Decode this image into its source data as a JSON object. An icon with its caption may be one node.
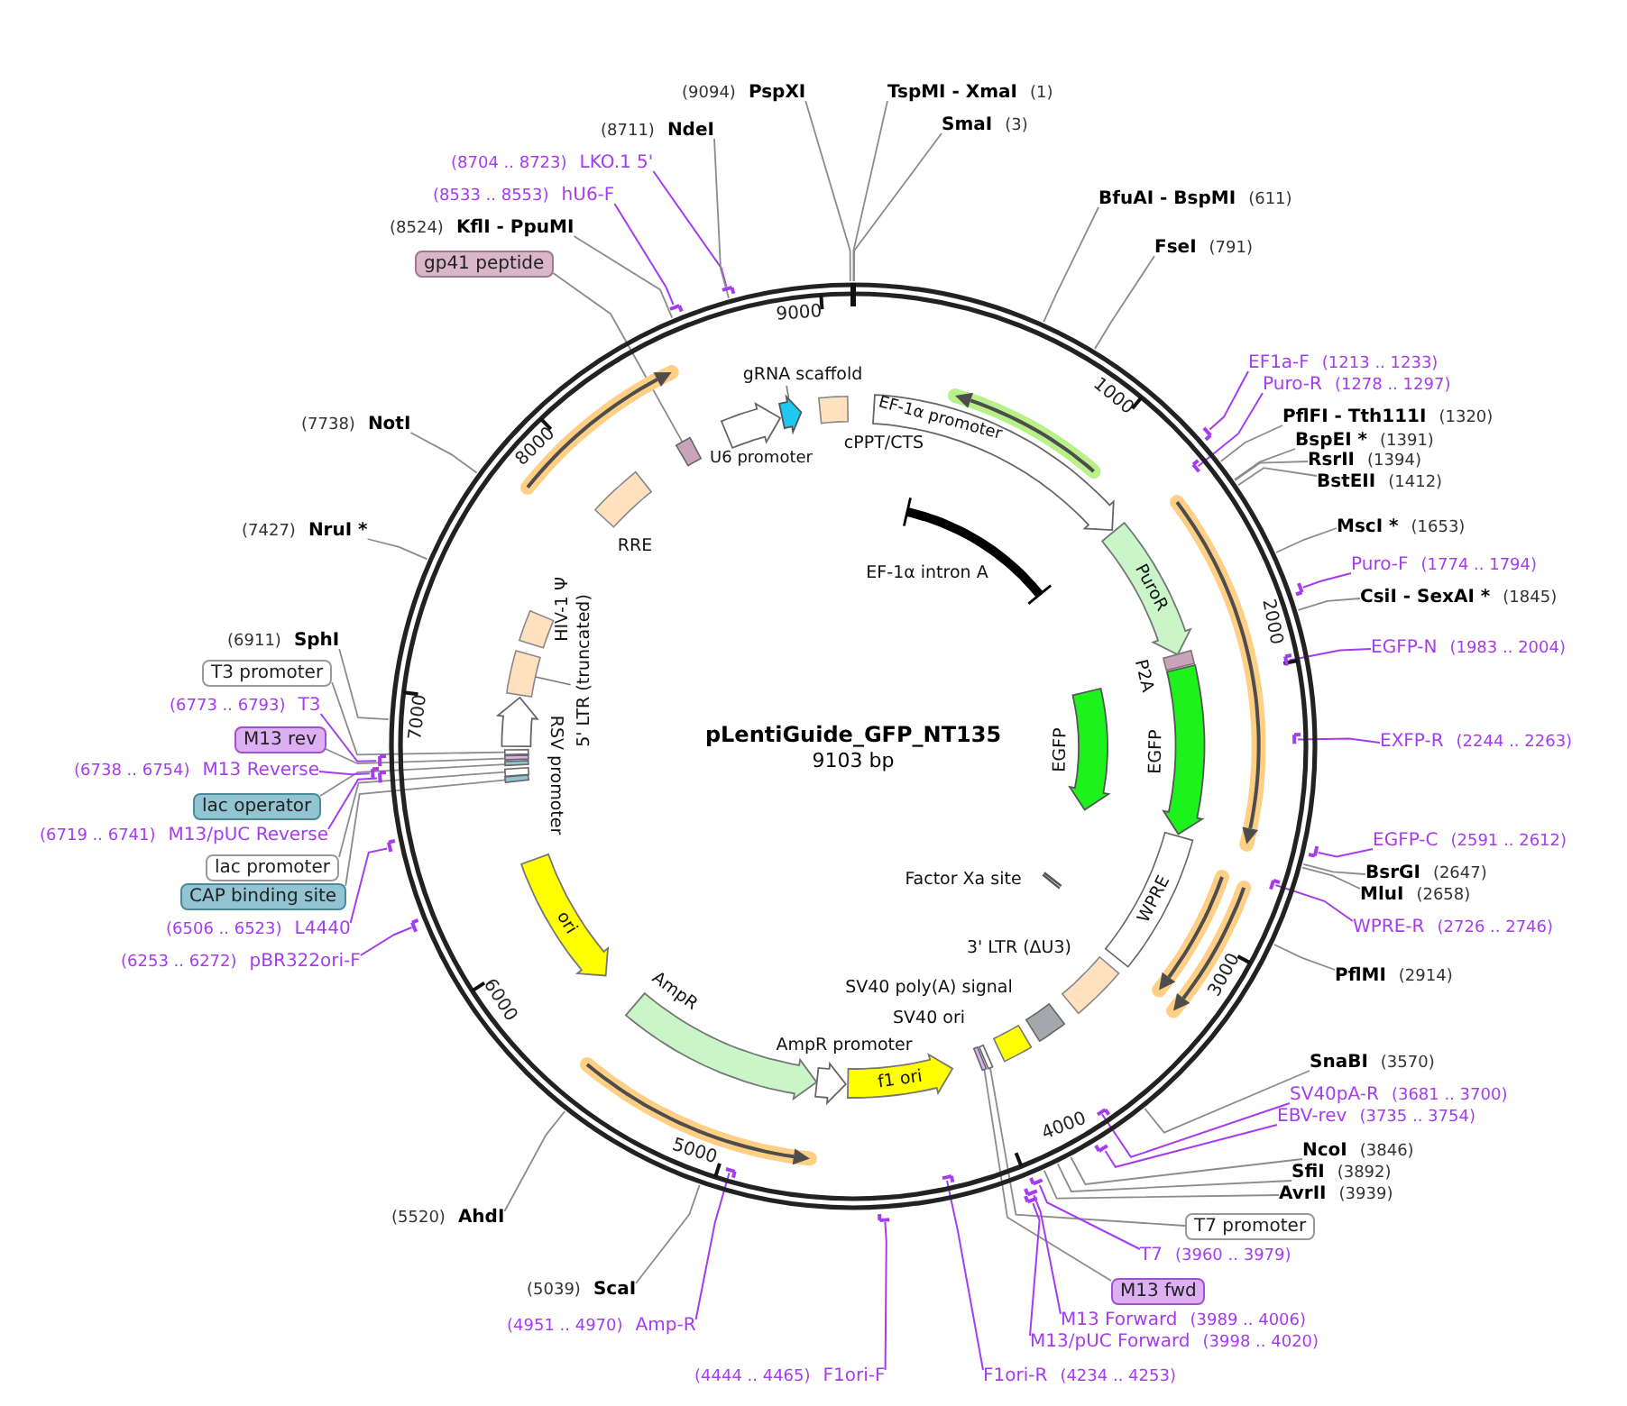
{
  "diagram": {
    "nodes": [
      {
        "text": [
          "pLentiGuide_GFP_NT135",
          "9103 bp"
        ]
      },
      {
        "text": [
          "(9094)",
          "PspXI"
        ]
      },
      {
        "text": [
          "TspMI - XmaI",
          "(1)"
        ]
      },
      {
        "text": [
          "SmaI",
          "(3)"
        ]
      },
      {
        "text": [
          "BfuAI - BspMI",
          "(611)"
        ]
      },
      {
        "text": [
          "FseI",
          "(791)"
        ]
      },
      {
        "text": [
          "EF1a-F",
          "(1213 .. 1233)"
        ]
      },
      {
        "text": [
          "Puro-R",
          "(1278 .. 1297)"
        ]
      },
      {
        "text": [
          "PflFI - Tth111I",
          "(1320)"
        ]
      },
      {
        "text": [
          "BspEI *",
          "(1391)"
        ]
      },
      {
        "text": [
          "RsrII",
          "(1394)"
        ]
      },
      {
        "text": [
          "BstEII",
          "(1412)"
        ]
      },
      {
        "text": [
          "MscI *",
          "(1653)"
        ]
      },
      {
        "text": [
          "Puro-F",
          "(1774 .. 1794)"
        ]
      },
      {
        "text": [
          "CsiI - SexAI *",
          "(1845)"
        ]
      },
      {
        "text": [
          "EGFP-N",
          "(1983 .. 2004)"
        ]
      },
      {
        "text": [
          "EXFP-R",
          "(2244 .. 2263)"
        ]
      },
      {
        "text": [
          "EGFP-C",
          "(2591 .. 2612)"
        ]
      },
      {
        "text": [
          "BsrGI",
          "(2647)"
        ]
      },
      {
        "text": [
          "MluI",
          "(2658)"
        ]
      },
      {
        "text": [
          "WPRE-R",
          "(2726 .. 2746)"
        ]
      },
      {
        "text": [
          "PflMI",
          "(2914)"
        ]
      },
      {
        "text": [
          "SnaBI",
          "(3570)"
        ]
      },
      {
        "text": [
          "SV40pA-R",
          "(3681 .. 3700)"
        ]
      },
      {
        "text": [
          "EBV-rev",
          "(3735 .. 3754)"
        ]
      },
      {
        "text": [
          "NcoI",
          "(3846)"
        ]
      },
      {
        "text": [
          "SfiI",
          "(3892)"
        ]
      },
      {
        "text": [
          "AvrII",
          "(3939)"
        ]
      },
      {
        "text": [
          "T7 promoter"
        ]
      },
      {
        "text": [
          "T7",
          "(3960 .. 3979)"
        ]
      },
      {
        "text": [
          "M13 fwd"
        ]
      },
      {
        "text": [
          "M13 Forward",
          "(3989 .. 4006)"
        ]
      },
      {
        "text": [
          "M13/pUC Forward",
          "(3998 .. 4020)"
        ]
      },
      {
        "text": [
          "F1ori-R",
          "(4234 .. 4253)"
        ]
      },
      {
        "text": [
          "(4444 .. 4465)",
          "F1ori-F"
        ]
      },
      {
        "text": [
          "(5039)",
          "ScaI"
        ]
      },
      {
        "text": [
          "(4951 .. 4970)",
          "Amp-R"
        ]
      },
      {
        "text": [
          "(5520)",
          "AhdI"
        ]
      },
      {
        "text": [
          "(6253 .. 6272)",
          "pBR322ori-F"
        ]
      },
      {
        "text": [
          "(6506 .. 6523)",
          "L4440"
        ]
      },
      {
        "text": [
          "CAP binding site"
        ]
      },
      {
        "text": [
          "lac promoter"
        ]
      },
      {
        "text": [
          "(6719 .. 6741)",
          "M13/pUC Reverse"
        ]
      },
      {
        "text": [
          "lac operator"
        ]
      },
      {
        "text": [
          "(6738 .. 6754)",
          "M13 Reverse"
        ]
      },
      {
        "text": [
          "M13 rev"
        ]
      },
      {
        "text": [
          "(6773 .. 6793)",
          "T3"
        ]
      },
      {
        "text": [
          "T3 promoter"
        ]
      },
      {
        "text": [
          "(6911)",
          "SphI"
        ]
      },
      {
        "text": [
          "(7427)",
          "NruI *"
        ]
      },
      {
        "text": [
          "(7738)",
          "NotI"
        ]
      },
      {
        "text": [
          "gp41 peptide"
        ]
      },
      {
        "text": [
          "(8524)",
          "KflI - PpuMI"
        ]
      },
      {
        "text": [
          "(8533 .. 8553)",
          "hU6-F"
        ]
      },
      {
        "text": [
          "(8704 .. 8723)",
          "LKO.1 5'"
        ]
      },
      {
        "text": [
          "(8711)",
          "NdeI"
        ]
      },
      {
        "text": [],
        "shape": "bar"
      },
      {
        "text": [],
        "shape": "bar",
        "in": 0
      },
      {
        "text": [],
        "shape": "bar"
      },
      {
        "text": [],
        "shape": "bar",
        "in": 0
      },
      {
        "text": [],
        "shape": "bar",
        "in": 0
      },
      {
        "text": [],
        "shape": "bar"
      },
      {
        "text": [],
        "shape": "bar",
        "in": 0
      },
      {
        "text": [],
        "shape": "bar",
        "in": 0
      },
      {
        "text": [],
        "shape": "bar"
      },
      {
        "text": [],
        "shape": "bar"
      },
      {
        "text": [],
        "shape": "bar"
      },
      {
        "text": [],
        "shape": "bar"
      },
      {
        "text": [],
        "shape": "bar",
        "in": 0
      },
      {
        "text": [],
        "shape": "bar"
      },
      {
        "text": [],
        "shape": "bar",
        "in": 0
      },
      {
        "text": [],
        "shape": "bar"
      },
      {
        "text": [],
        "shape": "bar"
      },
      {
        "text": [],
        "shape": "bar"
      },
      {
        "text": [],
        "shape": "bar"
      },
      {
        "text": [],
        "shape": "bar"
      },
      {
        "text": [],
        "shape": "bar"
      },
      {
        "text": [],
        "shape": "bar"
      },
      {
        "text": [],
        "shape": "box",
        "in": 0
      },
      {
        "text": [],
        "shape": "box",
        "in": 0
      },
      {
        "text": [],
        "shape": "box",
        "in": 0
      },
      {
        "text": [],
        "shape": "box",
        "in": 0
      },
      {
        "text": [],
        "shape": "box",
        "in": 0
      },
      {
        "text": [],
        "shape": "box",
        "in": 0
      },
      {
        "text": [],
        "shape": "box",
        "in": 0
      },
      {
        "text": [],
        "shape": "box",
        "in": 0
      },
      {
        "text": [
          "EF-1α promoter"
        ],
        "in": 0
      },
      {
        "text": [
          "EF-1α intron A"
        ],
        "in": 0
      },
      {
        "text": [
          "PuroR"
        ],
        "in": 0
      },
      {
        "text": [],
        "shape": "box",
        "beside": [
          "P2A"
        ],
        "in": 0
      },
      {
        "text": [],
        "shape": "arrow",
        "beside": [
          "EGFP"
        ],
        "in": 0
      },
      {
        "text": [],
        "shape": "arrow",
        "beside": [
          "EGFP"
        ],
        "in": 0
      },
      {
        "text": [
          "WPRE"
        ],
        "in": 0
      },
      {
        "text": [],
        "shape": "box",
        "beside": [
          "3' LTR (ΔU3)"
        ],
        "in": 0
      },
      {
        "text": [],
        "shape": "box",
        "beside": [
          "SV40 poly(A) signal"
        ],
        "in": 0
      },
      {
        "text": [],
        "shape": "box",
        "beside": [
          "SV40 ori"
        ],
        "in": 0
      },
      {
        "text": [
          "f1 ori"
        ],
        "in": 0
      },
      {
        "text": [],
        "shape": "arrow",
        "beside": [
          "AmpR promoter"
        ],
        "in": 0
      },
      {
        "text": [],
        "shape": "arrow",
        "beside": [
          "AmpR"
        ],
        "in": 0
      },
      {
        "text": [
          "ori"
        ],
        "in": 0
      },
      {
        "text": [],
        "shape": "arrow",
        "beside": [
          "RSV promoter"
        ],
        "in": 0
      },
      {
        "text": [],
        "shape": "box",
        "beside": [
          "5' LTR (truncated)"
        ],
        "in": 0
      },
      {
        "text": [],
        "shape": "box",
        "beside": [
          "HIV-1 Ψ"
        ],
        "in": 0
      },
      {
        "text": [],
        "shape": "box",
        "beside": [
          "RRE"
        ],
        "in": 0
      },
      {
        "text": [
          "U6 promoter"
        ],
        "in": 0
      },
      {
        "text": [],
        "shape": "arrow",
        "beside": [
          "gRNA scaffold"
        ],
        "in": 0
      },
      {
        "text": [
          "cPPT/CTS"
        ],
        "in": 0
      },
      {
        "text": [],
        "shape": "bar",
        "beside": [
          "Factor Xa site"
        ],
        "in": 0
      },
      {
        "text": [],
        "shape": "arrow",
        "in": 0
      },
      {
        "text": [],
        "shape": "arrow",
        "in": 0
      },
      {
        "text": [],
        "shape": "arrow",
        "in": 0
      },
      {
        "text": [],
        "shape": "arrow",
        "in": 0
      },
      {
        "text": [],
        "shape": "arrow",
        "in": 0
      },
      {
        "text": [],
        "shape": "arrow",
        "in": 0
      }
    ],
    "edges": [
      {
        "from": 1,
        "to": 0,
        "arrow": "none"
      },
      {
        "from": 2,
        "to": 0,
        "arrow": "none"
      },
      {
        "from": 3,
        "to": 0,
        "arrow": "none"
      },
      {
        "from": 4,
        "to": 0,
        "arrow": "none"
      },
      {
        "from": 5,
        "to": 0,
        "arrow": "none"
      },
      {
        "from": 6,
        "to": 56,
        "arrow": "none",
        "color": "#a53cf0"
      },
      {
        "from": 7,
        "to": 57,
        "arrow": "none",
        "color": "#a53cf0"
      },
      {
        "from": 8,
        "to": 0,
        "arrow": "none"
      },
      {
        "from": 9,
        "to": 0,
        "arrow": "none"
      },
      {
        "from": 10,
        "to": 0,
        "arrow": "none"
      },
      {
        "from": 11,
        "to": 0,
        "arrow": "none"
      },
      {
        "from": 12,
        "to": 0,
        "arrow": "none"
      },
      {
        "from": 13,
        "to": 58,
        "arrow": "none",
        "color": "#a53cf0"
      },
      {
        "from": 14,
        "to": 0,
        "arrow": "none"
      },
      {
        "from": 15,
        "to": 59,
        "arrow": "none",
        "color": "#a53cf0"
      },
      {
        "from": 16,
        "to": 60,
        "arrow": "none",
        "color": "#a53cf0"
      },
      {
        "from": 17,
        "to": 61,
        "arrow": "none",
        "color": "#a53cf0"
      },
      {
        "from": 18,
        "to": 0,
        "arrow": "none"
      },
      {
        "from": 19,
        "to": 0,
        "arrow": "none"
      },
      {
        "from": 20,
        "to": 62,
        "arrow": "none",
        "color": "#a53cf0"
      },
      {
        "from": 21,
        "to": 0,
        "arrow": "none"
      },
      {
        "from": 22,
        "to": 0,
        "arrow": "none"
      },
      {
        "from": 23,
        "to": 63,
        "arrow": "none",
        "color": "#a53cf0"
      },
      {
        "from": 24,
        "to": 64,
        "arrow": "none",
        "color": "#a53cf0"
      },
      {
        "from": 25,
        "to": 0,
        "arrow": "none"
      },
      {
        "from": 26,
        "to": 0,
        "arrow": "none"
      },
      {
        "from": 27,
        "to": 0,
        "arrow": "none"
      },
      {
        "from": 28,
        "to": 78,
        "arrow": "none"
      },
      {
        "from": 29,
        "to": 65,
        "arrow": "none",
        "color": "#a53cf0"
      },
      {
        "from": 30,
        "to": 79,
        "arrow": "none"
      },
      {
        "from": 31,
        "to": 66,
        "arrow": "none",
        "color": "#a53cf0"
      },
      {
        "from": 32,
        "to": 67,
        "arrow": "none",
        "color": "#a53cf0"
      },
      {
        "from": 33,
        "to": 68,
        "arrow": "none",
        "color": "#a53cf0"
      },
      {
        "from": 34,
        "to": 69,
        "arrow": "none",
        "color": "#a53cf0"
      },
      {
        "from": 35,
        "to": 0,
        "arrow": "none"
      },
      {
        "from": 36,
        "to": 70,
        "arrow": "none",
        "color": "#a53cf0"
      },
      {
        "from": 37,
        "to": 0,
        "arrow": "none"
      },
      {
        "from": 38,
        "to": 71,
        "arrow": "none",
        "color": "#a53cf0"
      },
      {
        "from": 39,
        "to": 72,
        "arrow": "none",
        "color": "#a53cf0"
      },
      {
        "from": 40,
        "to": 80,
        "arrow": "none"
      },
      {
        "from": 41,
        "to": 81,
        "arrow": "none"
      },
      {
        "from": 42,
        "to": 73,
        "arrow": "none",
        "color": "#a53cf0"
      },
      {
        "from": 43,
        "to": 82,
        "arrow": "none"
      },
      {
        "from": 44,
        "to": 74,
        "arrow": "none",
        "color": "#a53cf0"
      },
      {
        "from": 45,
        "to": 83,
        "arrow": "none"
      },
      {
        "from": 46,
        "to": 75,
        "arrow": "none",
        "color": "#a53cf0"
      },
      {
        "from": 47,
        "to": 84,
        "arrow": "none"
      },
      {
        "from": 48,
        "to": 0,
        "arrow": "none"
      },
      {
        "from": 49,
        "to": 0,
        "arrow": "none"
      },
      {
        "from": 50,
        "to": 0,
        "arrow": "none"
      },
      {
        "from": 51,
        "to": 85,
        "arrow": "none"
      },
      {
        "from": 52,
        "to": 0,
        "arrow": "none"
      },
      {
        "from": 53,
        "to": 76,
        "arrow": "none",
        "color": "#a53cf0"
      },
      {
        "from": 54,
        "to": 77,
        "arrow": "none",
        "color": "#a53cf0"
      },
      {
        "from": 55,
        "to": 0,
        "arrow": "none"
      }
    ],
    "labels": [
      "1000",
      "2000",
      "3000",
      "4000",
      "5000",
      "6000",
      "7000",
      "8000",
      "9000"
    ]
  }
}
